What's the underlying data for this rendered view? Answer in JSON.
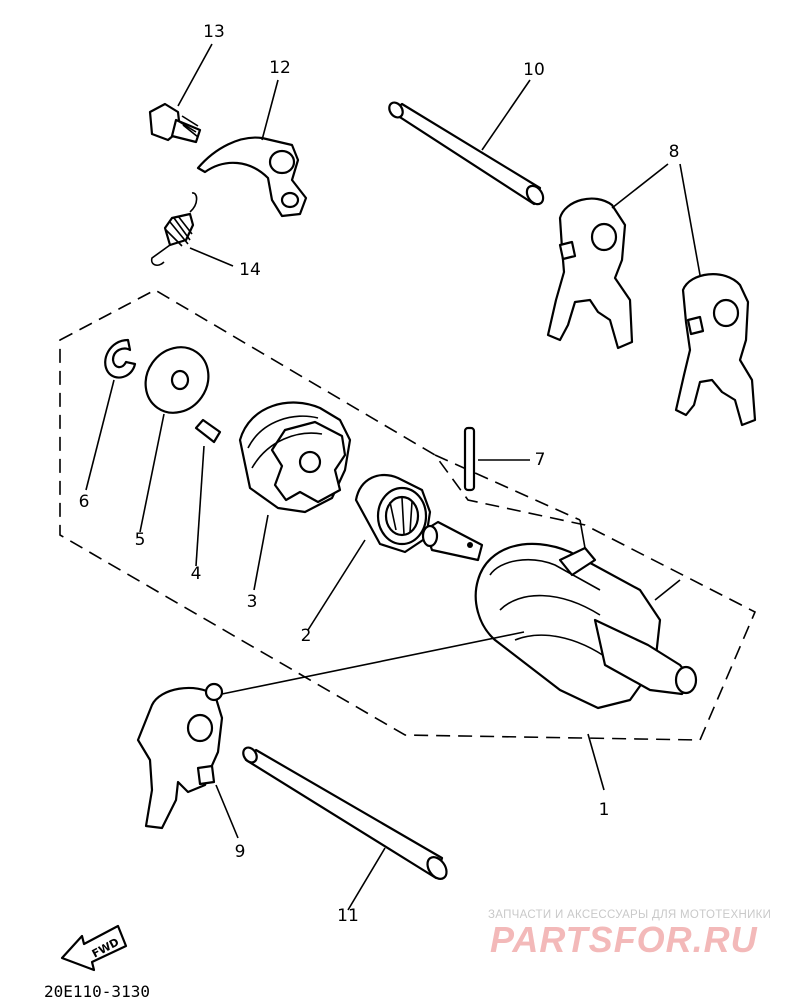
{
  "diagram": {
    "callouts": [
      {
        "id": "1",
        "text": "1"
      },
      {
        "id": "2",
        "text": "2"
      },
      {
        "id": "3",
        "text": "3"
      },
      {
        "id": "4",
        "text": "4"
      },
      {
        "id": "5",
        "text": "5"
      },
      {
        "id": "6",
        "text": "6"
      },
      {
        "id": "7",
        "text": "7"
      },
      {
        "id": "8",
        "text": "8"
      },
      {
        "id": "9",
        "text": "9"
      },
      {
        "id": "10",
        "text": "10"
      },
      {
        "id": "11",
        "text": "11"
      },
      {
        "id": "12",
        "text": "12"
      },
      {
        "id": "13",
        "text": "13"
      },
      {
        "id": "14",
        "text": "14"
      }
    ],
    "fwd_label": "FWD",
    "reference_code": "20E110-3130"
  },
  "watermark": {
    "tagline": "ЗАПЧАСТИ И АКСЕССУАРЫ ДЛЯ МОТОТЕХНИКИ",
    "logo": "PARTSFOR.RU",
    "color": "#f3b9b9"
  }
}
